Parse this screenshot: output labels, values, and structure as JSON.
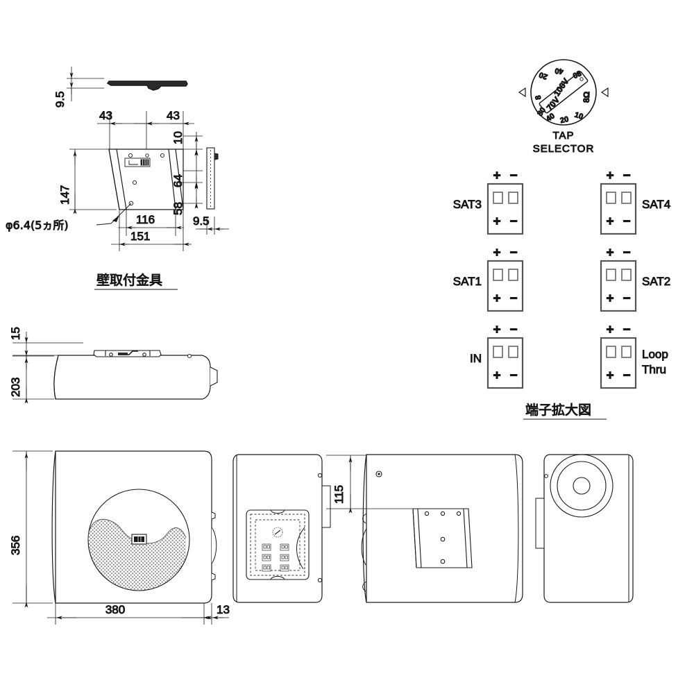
{
  "drawing": {
    "title": "Speaker dimensional drawing",
    "line_color": "#1a1a1a",
    "bg_color": "#ffffff",
    "hatch_color": "#8a8a8a"
  },
  "bracket_view": {
    "caption": "壁取付金具",
    "hole_note": "φ6.4(5ヵ所)",
    "dims": {
      "thickness_top": "9.5",
      "left_span": "43",
      "right_span": "43",
      "top_offset": "10",
      "height": "147",
      "mid_upper": "64",
      "mid_lower": "58",
      "inner_width": "116",
      "outer_width": "151",
      "side_thickness": "9.5"
    }
  },
  "speaker_views": {
    "dims": {
      "bracket_height": "15",
      "depth": "203",
      "height": "356",
      "width": "380",
      "flange": "13",
      "rear_offset": "115"
    }
  },
  "tap_selector": {
    "label_line1": "TAP",
    "label_line2": "SELECTOR",
    "center_values": [
      "100V",
      "70V"
    ],
    "impedance": "8Ω",
    "ticks_upper": [
      "20",
      "40",
      "80"
    ],
    "ticks_lower": [
      "10",
      "20",
      "40",
      "80"
    ],
    "left_marker": "8",
    "arrow_left": "◁",
    "arrow_right": "◁"
  },
  "terminals": {
    "caption": "端子拡大図",
    "plus": "+",
    "minus": "−",
    "blocks": [
      {
        "name": "SAT3",
        "label": "SAT3",
        "side": "left",
        "row": 0,
        "col": 0
      },
      {
        "name": "SAT4",
        "label": "SAT4",
        "side": "right",
        "row": 0,
        "col": 1
      },
      {
        "name": "SAT1",
        "label": "SAT1",
        "side": "left",
        "row": 1,
        "col": 0
      },
      {
        "name": "SAT2",
        "label": "SAT2",
        "side": "right",
        "row": 1,
        "col": 1
      },
      {
        "name": "IN",
        "label": "IN",
        "side": "left",
        "row": 2,
        "col": 0
      },
      {
        "name": "LoopThru",
        "label": "Loop",
        "label2": "Thru",
        "side": "right",
        "row": 2,
        "col": 1
      }
    ]
  }
}
